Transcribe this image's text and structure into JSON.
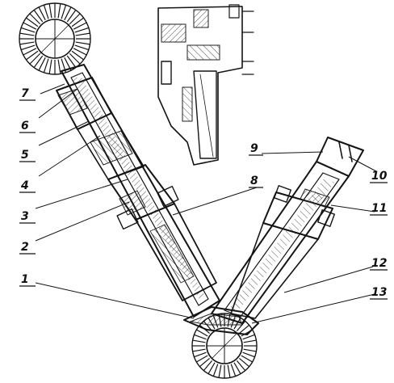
{
  "figure": {
    "callouts": [
      {
        "id": "1",
        "label": "1"
      },
      {
        "id": "2",
        "label": "2"
      },
      {
        "id": "3",
        "label": "3"
      },
      {
        "id": "4",
        "label": "4"
      },
      {
        "id": "5",
        "label": "5"
      },
      {
        "id": "6",
        "label": "6"
      },
      {
        "id": "7",
        "label": "7"
      },
      {
        "id": "8",
        "label": "8"
      },
      {
        "id": "9",
        "label": "9"
      },
      {
        "id": "10",
        "label": "10"
      },
      {
        "id": "11",
        "label": "11"
      },
      {
        "id": "12",
        "label": "12"
      },
      {
        "id": "13",
        "label": "13"
      }
    ],
    "colors": {
      "ink": "#141414",
      "background": "#ffffff"
    }
  }
}
